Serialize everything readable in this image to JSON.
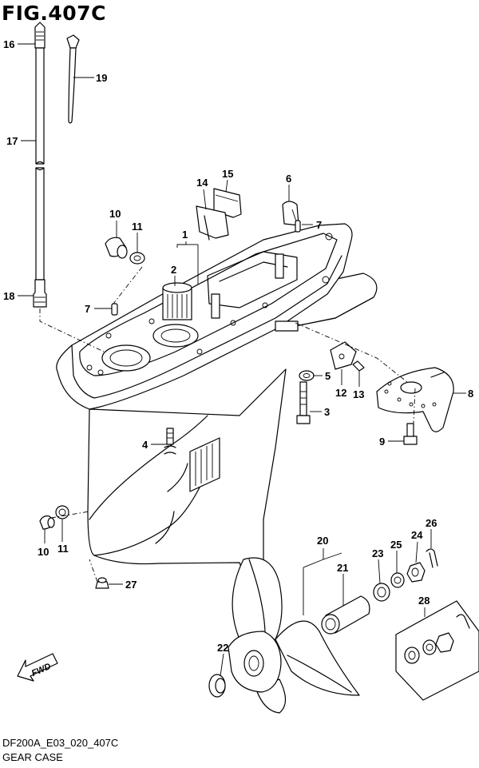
{
  "figure": {
    "title": "FIG.407C",
    "code": "DF200A_E03_020_407C",
    "subtitle": "GEAR CASE"
  },
  "fwd_label": "FWD",
  "callouts": {
    "c1": "1",
    "c2": "2",
    "c3": "3",
    "c4": "4",
    "c5": "5",
    "c6": "6",
    "c7a": "7",
    "c7b": "7",
    "c8": "8",
    "c9": "9",
    "c10a": "10",
    "c10b": "10",
    "c11a": "11",
    "c11b": "11",
    "c12": "12",
    "c13": "13",
    "c14": "14",
    "c15": "15",
    "c16": "16",
    "c17": "17",
    "c18": "18",
    "c19": "19",
    "c20": "20",
    "c21": "21",
    "c22": "22",
    "c23": "23",
    "c24": "24",
    "c25": "25",
    "c26": "26",
    "c27": "27",
    "c28": "28"
  }
}
